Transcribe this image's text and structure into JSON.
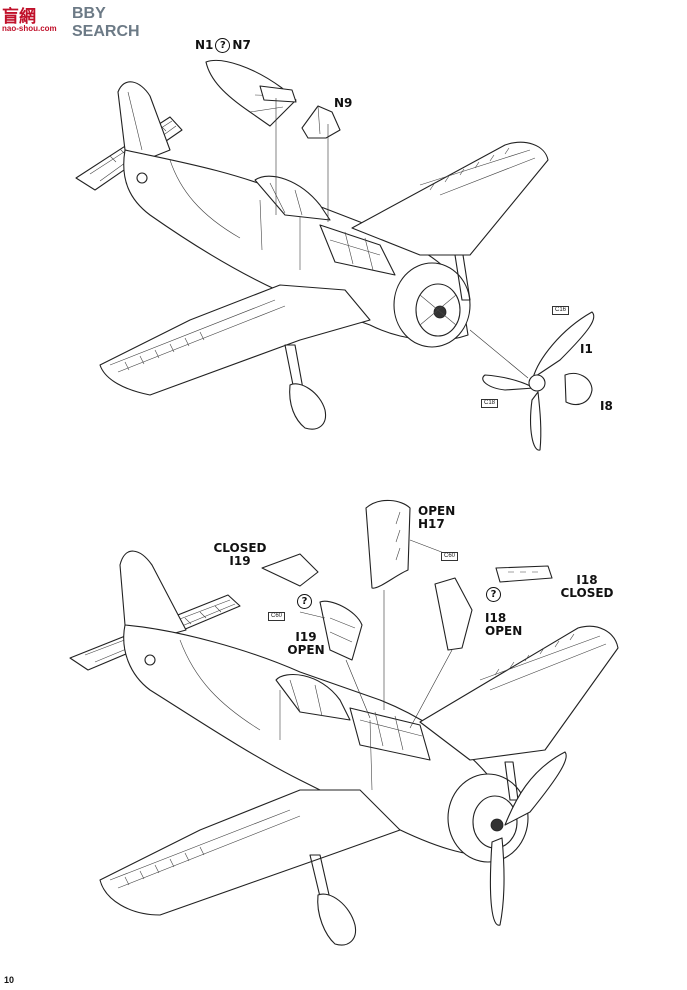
{
  "watermark": {
    "logo_text": "盲網",
    "brand_text": "BBY SEARCH",
    "site_text": "nao-shou.com"
  },
  "page_number": "10",
  "top_view": {
    "labels": {
      "n1_n7_left": "N1",
      "n1_n7_q": "?",
      "n1_n7_right": "N7",
      "n9": "N9",
      "i1": "I1",
      "i8": "I8"
    },
    "codes": {
      "c16": "C16",
      "c18": "C18"
    }
  },
  "bottom_view": {
    "labels": {
      "closed_i19_line1": "CLOSED",
      "closed_i19_line2": "I19",
      "open_i19_line1": "I19",
      "open_i19_line2": "OPEN",
      "open_h17_line1": "OPEN",
      "open_h17_line2": "H17",
      "i18_closed_line1": "I18",
      "i18_closed_line2": "CLOSED",
      "i18_open_line1": "I18",
      "i18_open_line2": "OPEN",
      "q_left": "?",
      "q_right": "?"
    },
    "codes": {
      "c60_left": "C60",
      "c60_right": "C60"
    }
  }
}
